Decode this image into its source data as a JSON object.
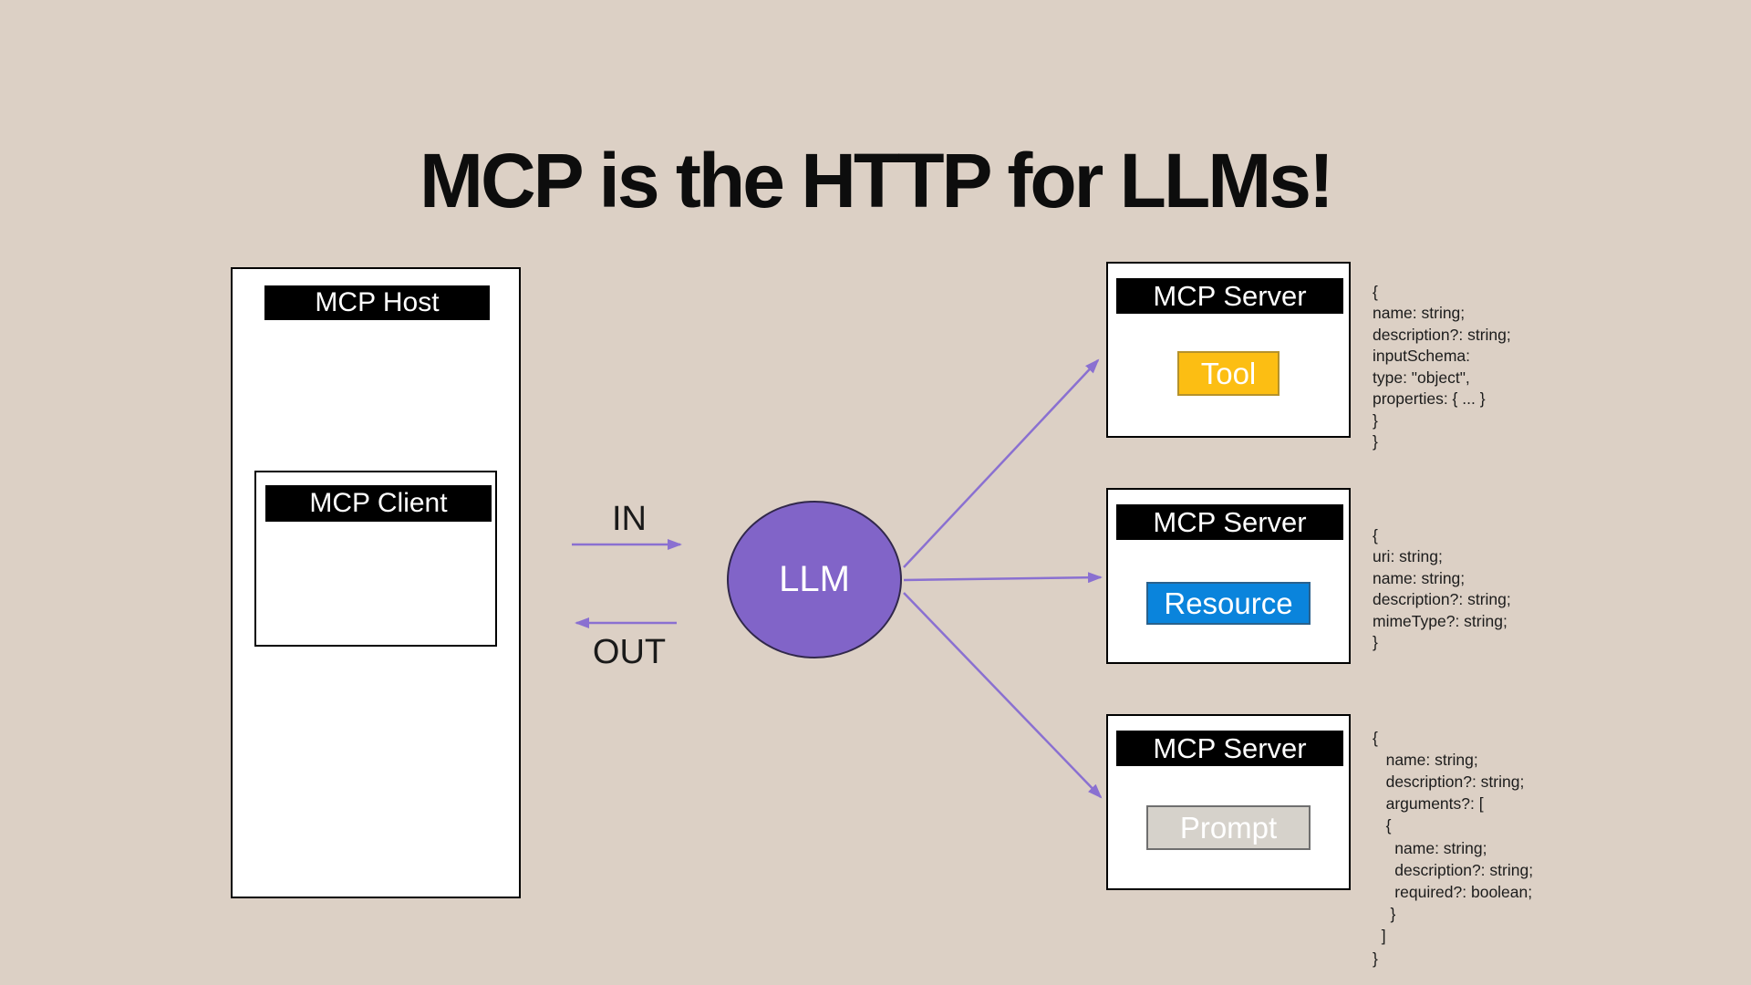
{
  "title": "MCP is the HTTP for LLMs!",
  "host": {
    "label": "MCP Host",
    "client": {
      "label": "MCP Client"
    }
  },
  "flow": {
    "in_label": "IN",
    "out_label": "OUT"
  },
  "llm": {
    "label": "LLM"
  },
  "servers": [
    {
      "label": "MCP Server",
      "capability": "Tool",
      "capability_fill": "#FCBE13",
      "capability_border": "#B5922B",
      "schema_code": "{\nname: string;\ndescription?: string;\ninputSchema:\ntype: \"object\",\nproperties: { ... }\n}\n}"
    },
    {
      "label": "MCP Server",
      "capability": "Resource",
      "capability_fill": "#0A84DC",
      "capability_border": "#2A618C",
      "schema_code": "{\nuri: string;\nname: string;\ndescription?: string;\nmimeType?: string;\n}"
    },
    {
      "label": "MCP Server",
      "capability": "Prompt",
      "capability_fill": "#D6D2CB",
      "capability_border": "#6F6F6F",
      "schema_code": "{\n   name: string;\n   description?: string;\n   arguments?: [\n   {\n     name: string;\n     description?: string;\n     required?: boolean;\n    }\n  ]\n}"
    }
  ],
  "colors": {
    "background": "#DCD0C5",
    "llm_fill": "#8164C8",
    "llm_border": "#31284B",
    "arrow": "#8A70D1",
    "panel_header_bg": "#000000",
    "panel_header_text": "#FFFFFF"
  }
}
